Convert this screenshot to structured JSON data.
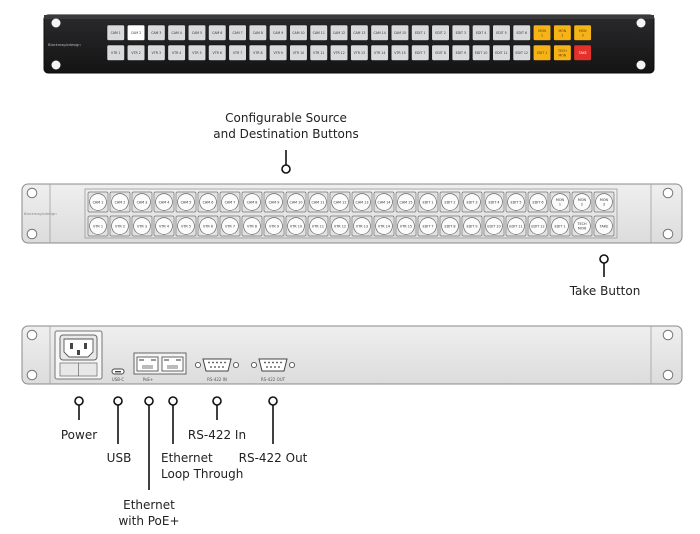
{
  "front_unit": {
    "brand": "Blackmagicdesign",
    "top_row": [
      "CAM 1",
      "CAM 2",
      "CAM 3",
      "CAM 4",
      "CAM 5",
      "CAM 6",
      "CAM 7",
      "CAM 8",
      "CAM 9",
      "CAM 10",
      "CAM 11",
      "CAM 12",
      "CAM 13",
      "CAM 14",
      "CAM 15",
      "EDIT 1",
      "EDIT 2",
      "EDIT 3",
      "EDIT 4",
      "EDIT 5",
      "EDIT 6",
      "MON 1",
      "MON 2",
      "MON 3"
    ],
    "bottom_row": [
      "VTR 1",
      "VTR 2",
      "VTR 3",
      "VTR 4",
      "VTR 5",
      "VTR 6",
      "VTR 7",
      "VTR 8",
      "VTR 9",
      "VTR 10",
      "VTR 11",
      "VTR 12",
      "VTR 13",
      "VTR 14",
      "VTR 15",
      "EDIT 7",
      "EDIT 8",
      "EDIT 9",
      "EDIT 10",
      "EDIT 11",
      "EDIT 12",
      "EDIT 1",
      "TECH MON",
      "TAKE"
    ],
    "colors": {
      "panel": "#1c1c1e",
      "button": "#d9dadb",
      "lit_white": "#ffffff",
      "amber": "#f6b318",
      "red": "#e3322c"
    }
  },
  "line_unit": {
    "top_row": [
      "CAM 1",
      "CAM 2",
      "CAM 3",
      "CAM 4",
      "CAM 5",
      "CAM 6",
      "CAM 7",
      "CAM 8",
      "CAM 9",
      "CAM 10",
      "CAM 11",
      "CAM 12",
      "CAM 13",
      "CAM 14",
      "CAM 15",
      "EDIT 1",
      "EDIT 2",
      "EDIT 3",
      "EDIT 4",
      "EDIT 5",
      "EDIT 6",
      "MON 1",
      "MON 2",
      "MON 3"
    ],
    "bottom_row": [
      "VTR 1",
      "VTR 2",
      "VTR 3",
      "VTR 4",
      "VTR 5",
      "VTR 6",
      "VTR 7",
      "VTR 8",
      "VTR 9",
      "VTR 10",
      "VTR 11",
      "VTR 12",
      "VTR 13",
      "VTR 14",
      "VTR 15",
      "EDIT 7",
      "EDIT 8",
      "EDIT 9",
      "EDIT 10",
      "EDIT 11",
      "EDIT 12",
      "EDIT 1",
      "TECH MON",
      "TAKE"
    ]
  },
  "rear_unit": {
    "port_labels": {
      "usb": "USB-C",
      "poe": "PoE+",
      "rs422_in": "RS-422 IN",
      "rs422_out": "RS-422 OUT"
    }
  },
  "callouts": {
    "configurable": [
      "Configurable Source",
      "and Destination Buttons"
    ],
    "take": "Take Button",
    "power": "Power",
    "usb": "USB",
    "ethernet_loop": [
      "Ethernet",
      "Loop Through"
    ],
    "rs422_in": "RS-422 In",
    "rs422_out": "RS-422 Out",
    "ethernet_poe": [
      "Ethernet",
      "with PoE+"
    ]
  }
}
